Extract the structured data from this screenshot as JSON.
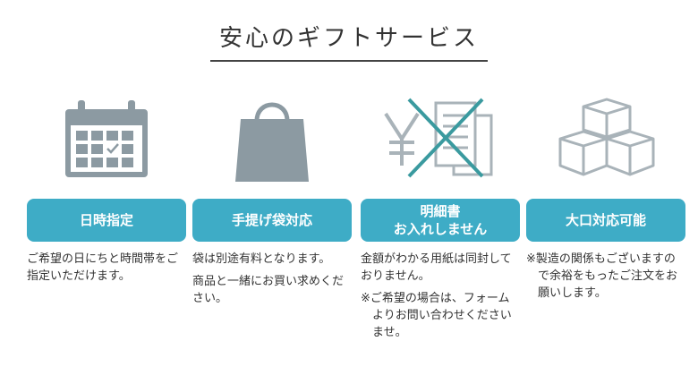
{
  "title": "安心のギフトサービス",
  "colors": {
    "accent": "#3eacc6",
    "icon": "#8c9aa2",
    "cross": "#3a9a9f"
  },
  "items": [
    {
      "icon": "calendar-check-icon",
      "label": "日時指定",
      "texts": [
        "ご希望の日にちと時間帯をご指定いただけます。"
      ]
    },
    {
      "icon": "shopping-bag-icon",
      "label": "手提げ袋対応",
      "texts": [
        "袋は別途有料となります。",
        "商品と一緒にお買い求めください。"
      ]
    },
    {
      "icon": "no-price-receipt-icon",
      "label": "明細書",
      "label2": "お入れしません",
      "texts": [
        "金額がわかる用紙は同封しておりません。",
        "※ご希望の場合は、フォームよりお問い合わせくださいませ。"
      ]
    },
    {
      "icon": "stacked-boxes-icon",
      "label": "大口対応可能",
      "texts": [
        "※製造の関係もございますので余裕をもったご注文をお願いします。"
      ]
    }
  ]
}
